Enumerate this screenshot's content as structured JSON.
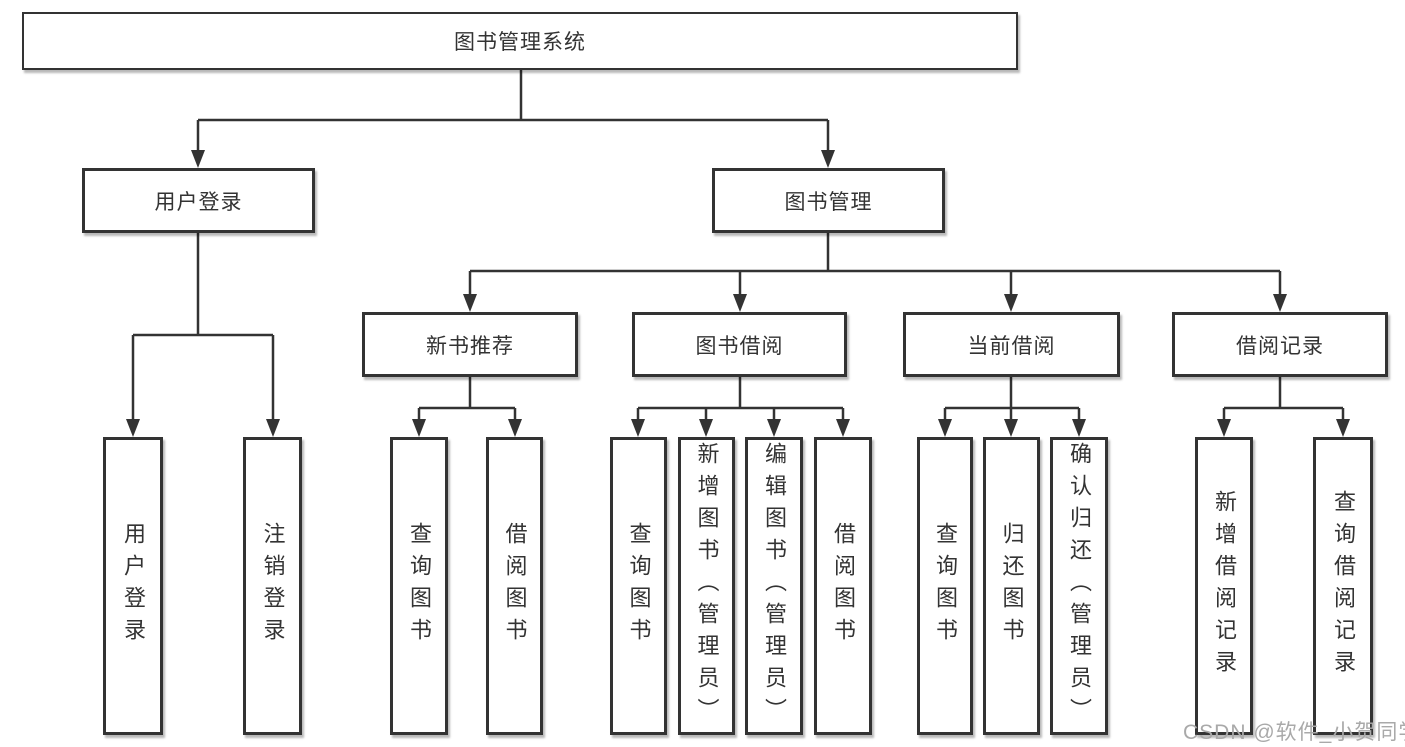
{
  "title": "图书管理系统",
  "level2": {
    "user_login": "用户登录",
    "book_mgmt": "图书管理"
  },
  "level3": {
    "new_book_rec": "新书推荐",
    "book_borrow": "图书借阅",
    "current_borrow": "当前借阅",
    "borrow_record": "借阅记录"
  },
  "leaves": {
    "user_login": [
      "用户登录",
      "注销登录"
    ],
    "new_book_rec": [
      "查询图书",
      "借阅图书"
    ],
    "book_borrow": [
      "查询图书",
      "新增图书（管理员）",
      "编辑图书（管理员）",
      "借阅图书"
    ],
    "current_borrow": [
      "查询图书",
      "归还图书",
      "确认归还（管理员）"
    ],
    "borrow_record": [
      "新增借阅记录",
      "查询借阅记录"
    ]
  },
  "watermark": "CSDN @软件_小贺同学",
  "colors": {
    "line": "#333333",
    "text": "#333333",
    "box_background": "#ffffff",
    "watermark": "#a9a9a9"
  }
}
